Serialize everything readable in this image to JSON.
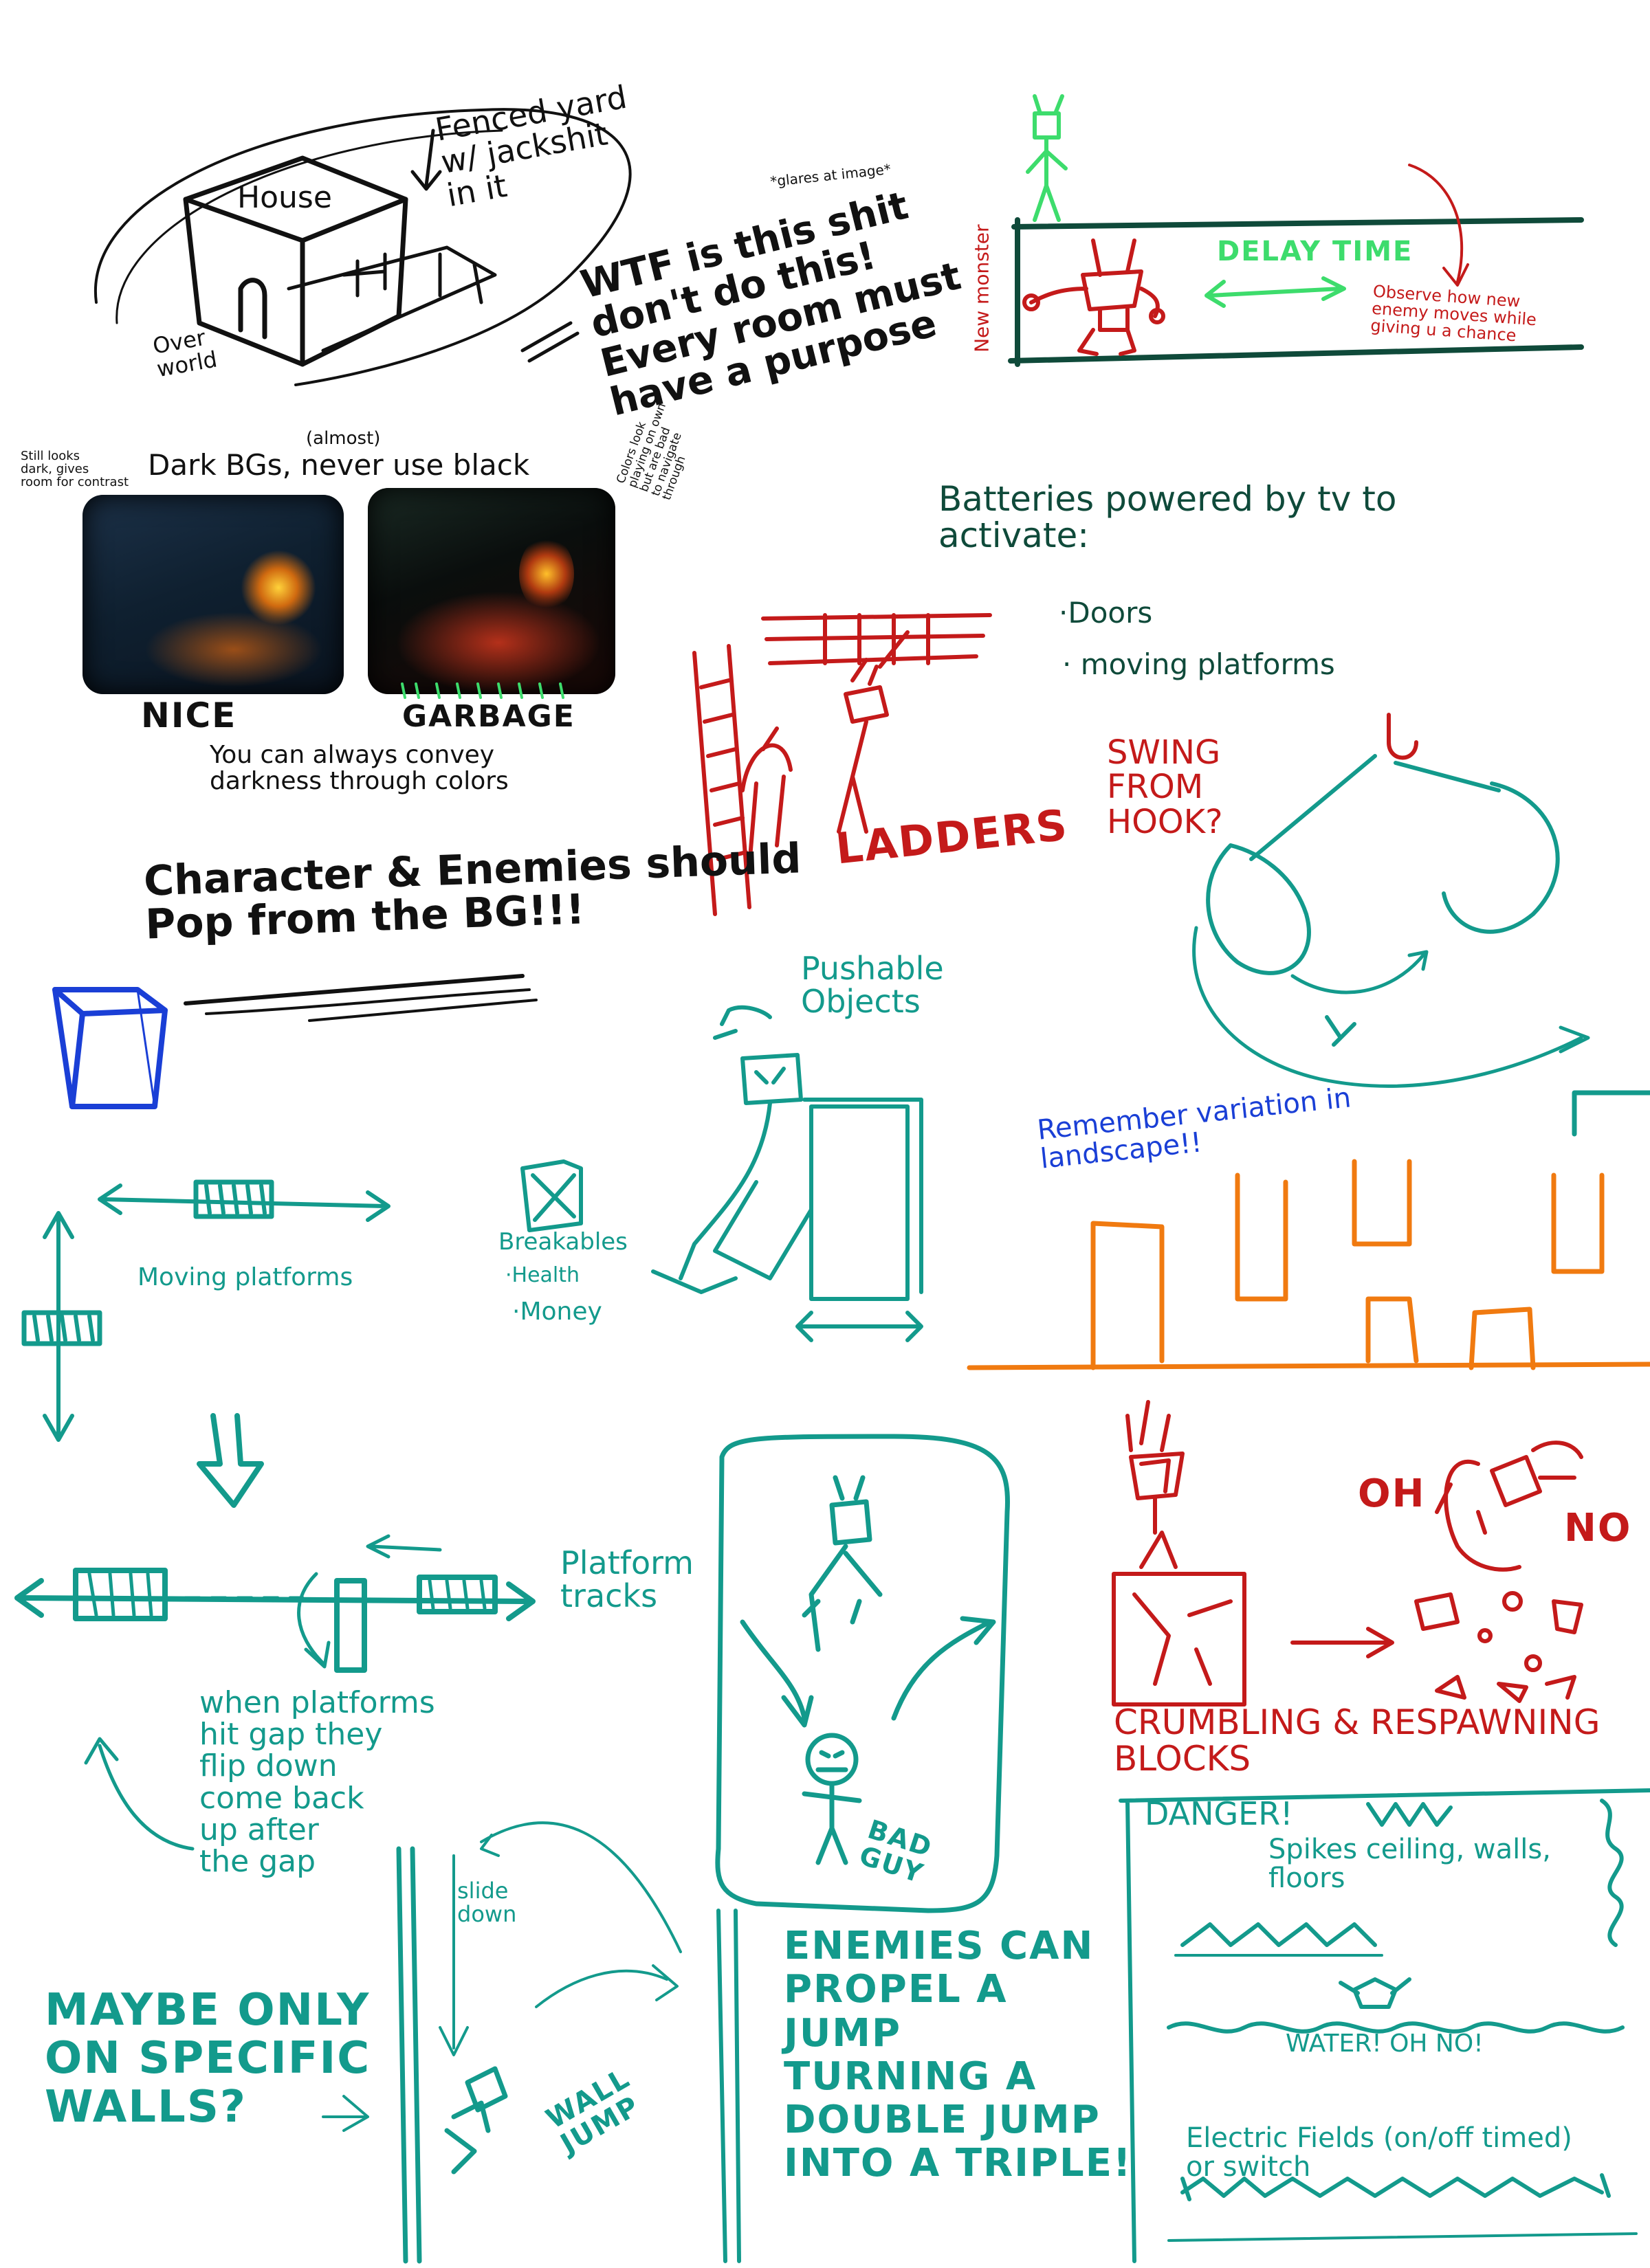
{
  "colors": {
    "ink": "#111111",
    "teal": "#139a8c",
    "red": "#c41a1a",
    "green": "#3ddc6c",
    "blue": "#1a3fd6",
    "orange": "#f07a10",
    "dark_green": "#0f4a3a"
  },
  "overworld": {
    "house": "House",
    "fenced_yard": "Fenced yard\nw/ jackshit\nin it",
    "overworld_label": "Over\nworld",
    "glares": "*glares at image*",
    "critique": "WTF is this shit\ndon't do this!\nEvery room must\nhave a purpose"
  },
  "delay": {
    "new_monster": "New monster",
    "delay_time": "DELAY TIME",
    "observe": "Observe how new\nenemy moves while\ngiving u a chance"
  },
  "backgrounds": {
    "almost": "(almost)",
    "heading": "Dark BGs, never use black",
    "still_looks": "Still looks\ndark, gives\nroom for contrast",
    "colors_look": "Colors look\nplaying on own\nbut are bad\nto navigate\nthrough",
    "nice": "NICE",
    "garbage": "GARBAGE",
    "convey": "You can always convey\ndarkness through colors"
  },
  "batteries": {
    "heading": "Batteries powered by tv to\nactivate:",
    "items": [
      "·Doors",
      "· moving platforms"
    ]
  },
  "ladders": {
    "label": "LADDERS"
  },
  "swing": {
    "label": "SWING\nFROM\nHOOK?"
  },
  "pop": {
    "text": "Character & Enemies should\nPop from the BG!!!"
  },
  "pushable": {
    "label": "Pushable\nObjects"
  },
  "breakables": {
    "label": "Breakables",
    "items": [
      "·Health",
      "·Money"
    ]
  },
  "landscape": {
    "label": "Remember variation in\nlandscape!!"
  },
  "moving_platforms": {
    "label": "Moving platforms"
  },
  "tracks": {
    "label": "Platform\ntracks",
    "flip_note": "when platforms\nhit gap they\nflip down\ncome back\nup after\nthe gap"
  },
  "crumbling": {
    "oh": "OH",
    "no": "NO",
    "label": "CRUMBLING & RESPAWNING\nBLOCKS"
  },
  "bad_guy": {
    "label": "BAD\nGUY"
  },
  "walls": {
    "slide_down": "slide\ndown",
    "wall_jump": "WALL\nJUMP",
    "maybe": "MAYBE ONLY\nON SPECIFIC\nWALLS?"
  },
  "enemies_jump": {
    "text": "ENEMIES CAN\nPROPEL A\nJUMP\nTURNING A\nDOUBLE JUMP\nINTO A TRIPLE!"
  },
  "danger": {
    "heading": "DANGER!",
    "spikes": "Spikes ceiling, walls,\nfloors",
    "water": "WATER! OH NO!",
    "electric": "Electric Fields (on/off timed)\nor switch"
  }
}
